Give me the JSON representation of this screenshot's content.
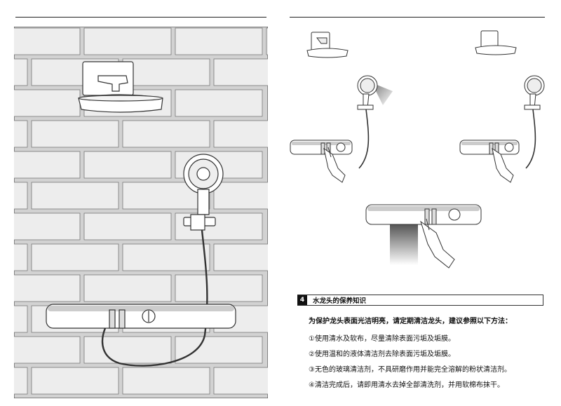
{
  "section": {
    "number": "4",
    "title": "水龙头的保养知识"
  },
  "intro": "为保护龙头表面光洁明亮，请定期清洁龙头，建议参照以下方法：",
  "steps": [
    "①使用清水及软布，尽量清除表面污垢及垢膜。",
    "②使用温和的液体清洁剂去除表面污垢及垢膜。",
    "③无色的玻璃清洁剂，不具研磨作用并能完全溶解的粉状清洁剂。",
    "④清洁完成后，请即用清水去掉全部清洗剂，并用软棉布抹干。"
  ]
}
